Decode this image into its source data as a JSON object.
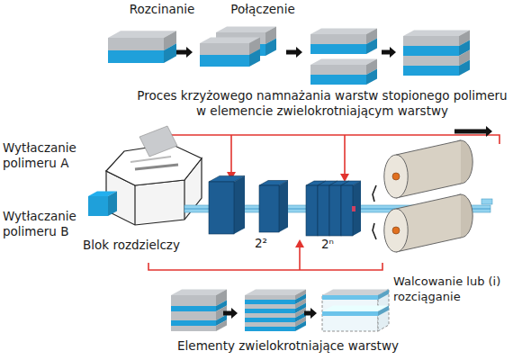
{
  "diagram": {
    "labels": [
      "Rozcinanie",
      "Połączenie",
      "Proces krzyżowego namnażania warstw stopionego polimeru w elemencie zwielokrotniającym warstwy",
      "Wytłaczanie polimeru A",
      "Wytłaczanie polimeru B",
      "Blok rozdzielczy",
      "2²",
      "2ⁿ",
      "Walcowanie lub (i) rozciąganie",
      "Elementy zwielokrotniające warstwy"
    ]
  }
}
